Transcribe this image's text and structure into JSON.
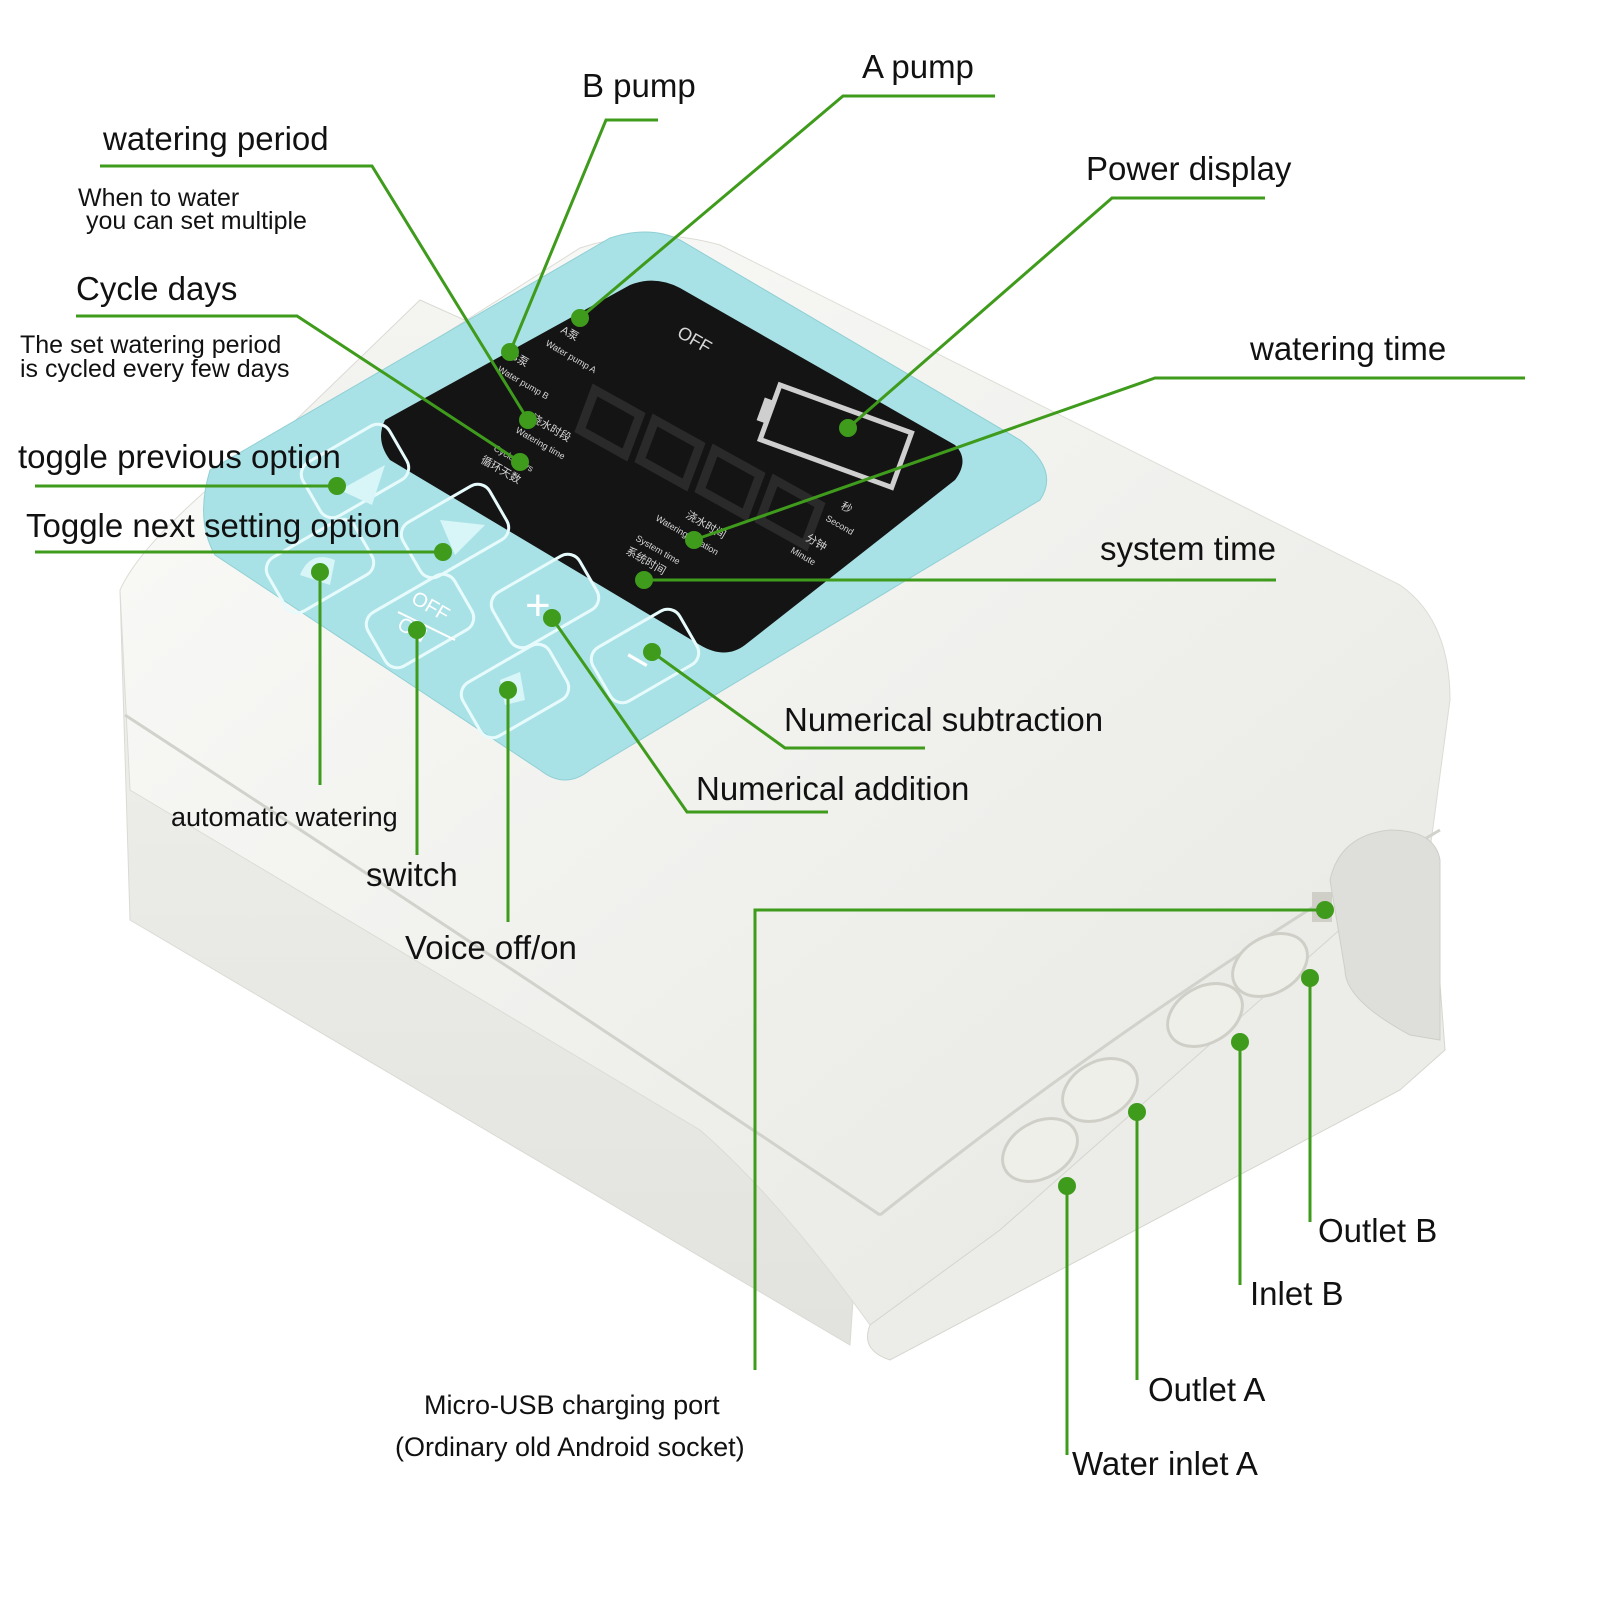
{
  "colors": {
    "leader": "#3f9b1c",
    "device_body": "#f1f1ee",
    "panel": "#a9e2e6",
    "display": "#141414",
    "display_text": "#d7d7d7"
  },
  "callouts": {
    "b_pump": "B pump",
    "a_pump": "A pump",
    "watering_period": "watering period",
    "watering_period_note_1": "When to water",
    "watering_period_note_2": "you can set multiple",
    "power_display": "Power display",
    "cycle_days": "Cycle days",
    "cycle_days_note_1": "The set watering period",
    "cycle_days_note_2": "is cycled every few days",
    "watering_time": "watering time",
    "toggle_previous": "toggle previous option",
    "toggle_next": "Toggle next setting option",
    "system_time": "system time",
    "numerical_subtraction": "Numerical subtraction",
    "numerical_addition": "Numerical addition",
    "automatic_watering": "automatic watering",
    "switch": "switch",
    "voice": "Voice off/on",
    "usb_1": "Micro-USB charging port",
    "usb_2": "(Ordinary old Android socket)",
    "outlet_b": "Outlet B",
    "inlet_b": "Inlet B",
    "outlet_a": "Outlet A",
    "water_inlet_a": "Water inlet A"
  },
  "device": {
    "off_indicator": "OFF",
    "pump_a_cn": "A泵",
    "pump_a_en": "Water pump A",
    "pump_b_cn": "B泵",
    "pump_b_en": "Water pump B",
    "watering_time_cn": "浇水时段",
    "watering_time_en": "Watering time",
    "cycle_days_en": "Cycle days",
    "cycle_days_cn": "循环天数",
    "duration_cn": "浇水时间",
    "duration_en": "Watering duration",
    "system_time_en": "System time",
    "system_time_cn": "系统时间",
    "second_cn": "秒",
    "second_en": "Second",
    "minute_cn": "分钟",
    "minute_en": "Minute",
    "off_on_top": "OFF",
    "off_on_bottom": "ON",
    "plus_button": "+",
    "minus_button": "−"
  }
}
